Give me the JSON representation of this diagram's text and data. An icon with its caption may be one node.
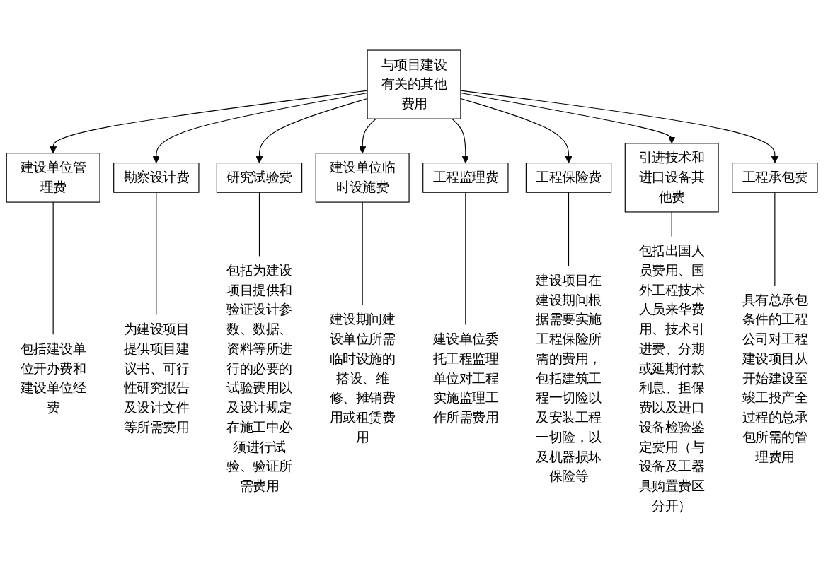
{
  "diagram": {
    "nodes": [
      {
        "text": [
          "与项目建设有关的其他费用"
        ]
      },
      {
        "text": [
          "建设单位管理费"
        ]
      },
      {
        "text": [
          "勘察设计费"
        ]
      },
      {
        "text": [
          "研究试验费"
        ]
      },
      {
        "text": [
          "建设单位临时设施费"
        ]
      },
      {
        "text": [
          "工程监理费"
        ]
      },
      {
        "text": [
          "工程保险费"
        ]
      },
      {
        "text": [
          "引进技术和进口设备其他费"
        ]
      },
      {
        "text": [
          "工程承包费"
        ]
      },
      {
        "text": [
          "包括建设单位开办费和建设单位经费"
        ]
      },
      {
        "text": [
          "为建设项目提供项目建议书、可行性研究报告及设计文件等所需费用"
        ]
      },
      {
        "text": [
          "包括为建设项目提供和验证设计参数、数据、资料等所进行的必要的试验费用以及设计规定在施工中必须进行试验、验证所需费用"
        ]
      },
      {
        "text": [
          "建设期间建设单位所需临时设施的搭设、维修、摊销费用或租赁费用"
        ]
      },
      {
        "text": [
          "建设单位委托工程监理单位对工程实施监理工作所需费用"
        ]
      },
      {
        "text": [
          "建设项目在建设期间根据需要实施工程保险所需的费用，包括建筑工程一切险以及安装工程一切险，以及机器损坏保险等"
        ]
      },
      {
        "text": [
          "包括出国人员费用、国外工程技术人员来华费用、技术引进费、分期或延期付款利息、担保费以及进口设备检验鉴定费用（与设备及工器具购置费区分开）"
        ]
      },
      {
        "text": [
          "具有总承包条件的工程公司对工程建设项目从开始建设至竣工投产全过程的总承包所需的管理费用"
        ]
      }
    ],
    "edges": [
      {
        "from": 0,
        "to": 1,
        "arrow": "to"
      },
      {
        "from": 0,
        "to": 2,
        "arrow": "to"
      },
      {
        "from": 0,
        "to": 3,
        "arrow": "to"
      },
      {
        "from": 0,
        "to": 4,
        "arrow": "to"
      },
      {
        "from": 0,
        "to": 5,
        "arrow": "to"
      },
      {
        "from": 0,
        "to": 6,
        "arrow": "to"
      },
      {
        "from": 0,
        "to": 7,
        "arrow": "to"
      },
      {
        "from": 0,
        "to": 8,
        "arrow": "to"
      },
      {
        "from": 1,
        "to": 9,
        "arrow": "none"
      },
      {
        "from": 2,
        "to": 10,
        "arrow": "none"
      },
      {
        "from": 3,
        "to": 11,
        "arrow": "none"
      },
      {
        "from": 4,
        "to": 12,
        "arrow": "none"
      },
      {
        "from": 5,
        "to": 13,
        "arrow": "none"
      },
      {
        "from": 6,
        "to": 14,
        "arrow": "none"
      },
      {
        "from": 7,
        "to": 15,
        "arrow": "none"
      },
      {
        "from": 8,
        "to": 16,
        "arrow": "none"
      }
    ]
  }
}
